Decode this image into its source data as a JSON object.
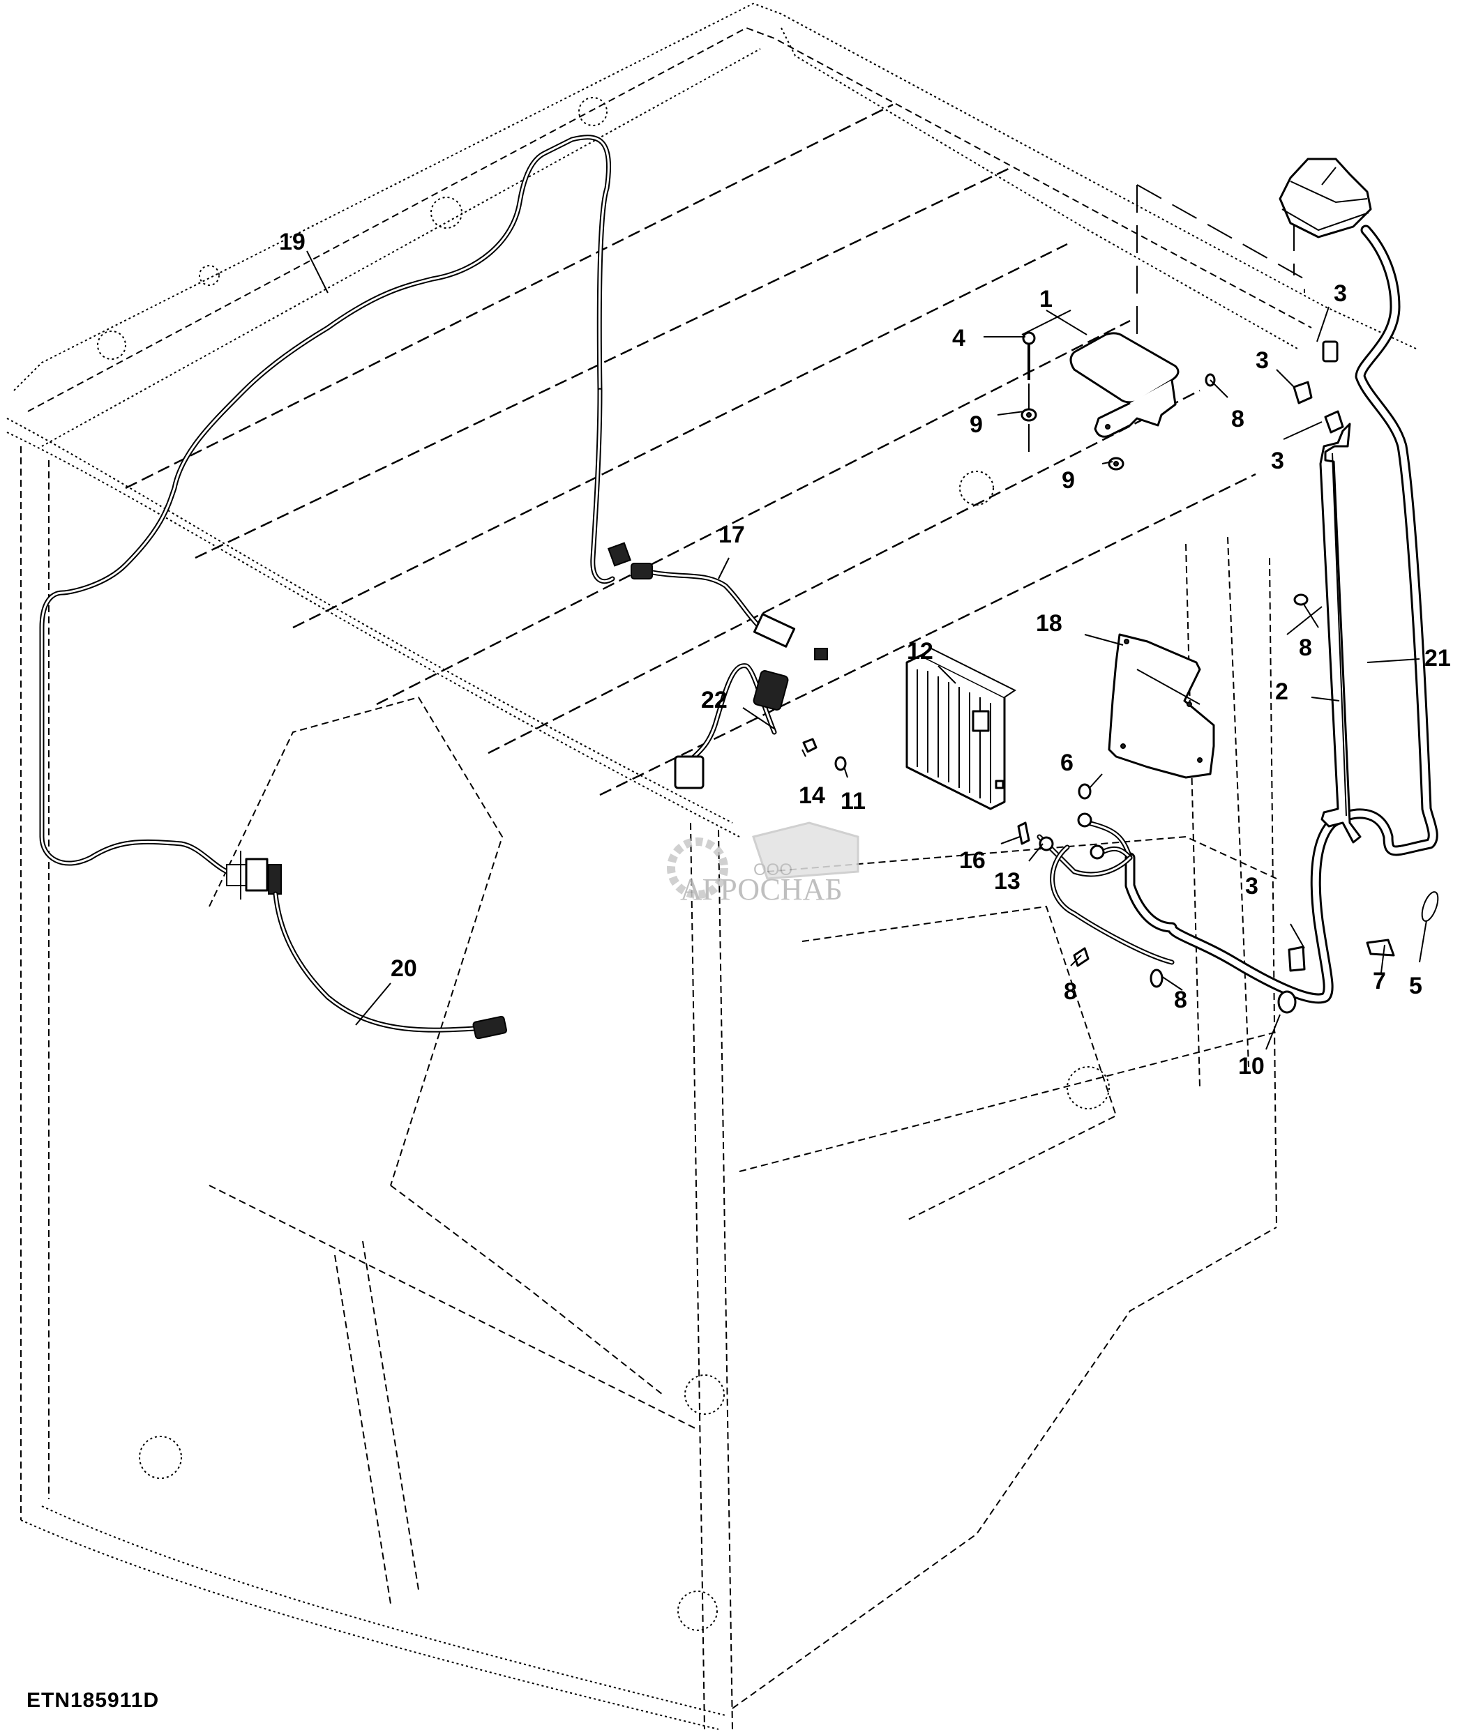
{
  "figure": {
    "id": "ETN185911D",
    "type": "exploded parts diagram",
    "subject": "cab roof receiver / controller harness installation"
  },
  "watermark": {
    "prefix": "ООО",
    "name": "АГРОСНАБ"
  },
  "callouts": [
    {
      "key": "c1",
      "label": "1",
      "part": "receiver mounting bracket"
    },
    {
      "key": "c2",
      "label": "2",
      "part": "cable support channel"
    },
    {
      "key": "c3a",
      "label": "3",
      "part": "cable clip"
    },
    {
      "key": "c3b",
      "label": "3",
      "part": "cable clip"
    },
    {
      "key": "c3c",
      "label": "3",
      "part": "cable clip"
    },
    {
      "key": "c3d",
      "label": "3",
      "part": "cable clip"
    },
    {
      "key": "c4",
      "label": "4",
      "part": "cap screw"
    },
    {
      "key": "c5",
      "label": "5",
      "part": "cable tie"
    },
    {
      "key": "c6",
      "label": "6",
      "part": "screw"
    },
    {
      "key": "c7",
      "label": "7",
      "part": "clip"
    },
    {
      "key": "c8a",
      "label": "8",
      "part": "nut"
    },
    {
      "key": "c8b",
      "label": "8",
      "part": "nut"
    },
    {
      "key": "c8c",
      "label": "8",
      "part": "nut"
    },
    {
      "key": "c8d",
      "label": "8",
      "part": "nut"
    },
    {
      "key": "c9a",
      "label": "9",
      "part": "washer"
    },
    {
      "key": "c9b",
      "label": "9",
      "part": "washer"
    },
    {
      "key": "c10",
      "label": "10",
      "part": "grommet"
    },
    {
      "key": "c11",
      "label": "11",
      "part": "screw"
    },
    {
      "key": "c12",
      "label": "12",
      "part": "controller unit"
    },
    {
      "key": "c13",
      "label": "13",
      "part": "ground wire"
    },
    {
      "key": "c14",
      "label": "14",
      "part": "clip"
    },
    {
      "key": "c16",
      "label": "16",
      "part": "bracket"
    },
    {
      "key": "c17",
      "label": "17",
      "part": "harness"
    },
    {
      "key": "c18",
      "label": "18",
      "part": "cover"
    },
    {
      "key": "c19",
      "label": "19",
      "part": "harness"
    },
    {
      "key": "c20",
      "label": "20",
      "part": "harness"
    },
    {
      "key": "c21",
      "label": "21",
      "part": "receiver harness"
    },
    {
      "key": "c22",
      "label": "22",
      "part": "harness"
    }
  ],
  "labels": {
    "c1": "1",
    "c2": "2",
    "c3a": "3",
    "c3b": "3",
    "c3c": "3",
    "c3d": "3",
    "c4": "4",
    "c5": "5",
    "c6": "6",
    "c7": "7",
    "c8a": "8",
    "c8b": "8",
    "c8c": "8",
    "c8d": "8",
    "c9a": "9",
    "c9b": "9",
    "c10": "10",
    "c11": "11",
    "c12": "12",
    "c13": "13",
    "c14": "14",
    "c16": "16",
    "c17": "17",
    "c18": "18",
    "c19": "19",
    "c20": "20",
    "c21": "21",
    "c22": "22"
  }
}
